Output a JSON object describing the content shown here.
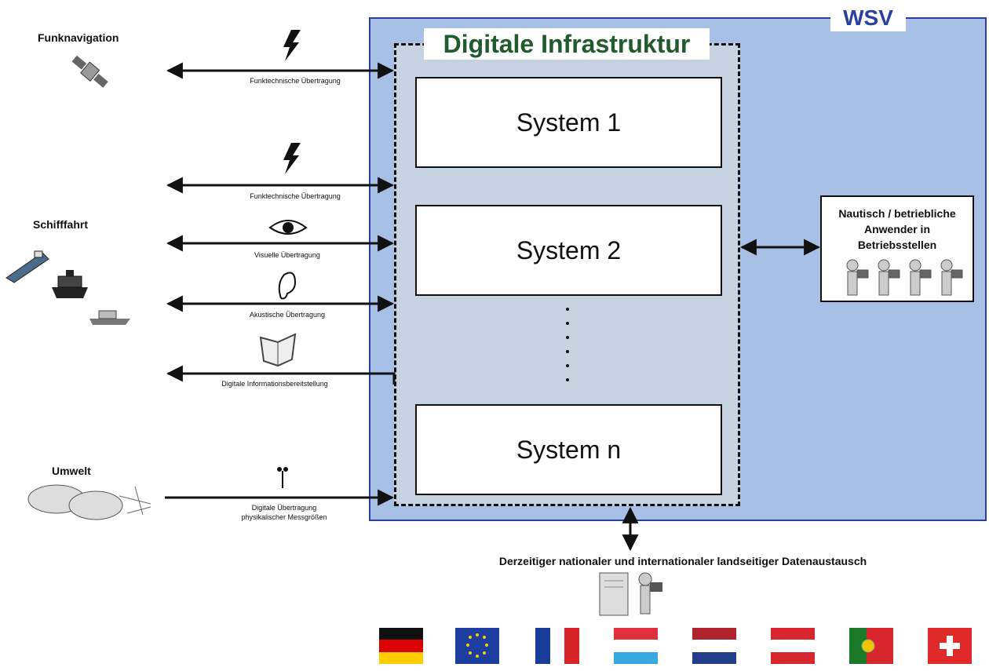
{
  "wsv": {
    "label": "WSV"
  },
  "infra": {
    "label": "Digitale Infrastruktur"
  },
  "systems": [
    {
      "label": "System 1"
    },
    {
      "label": "System 2"
    },
    {
      "label": "System n"
    }
  ],
  "left": {
    "funknavigation": "Funknavigation",
    "schifffahrt": "Schifffahrt",
    "umwelt": "Umwelt"
  },
  "links": [
    {
      "caption": "Funktechnische Übertragung",
      "icon": "lightning-icon"
    },
    {
      "caption": "Funktechnische Übertragung",
      "icon": "lightning-icon"
    },
    {
      "caption": "Visuelle Übertragung",
      "icon": "eye-icon"
    },
    {
      "caption": "Akustische Übertragung",
      "icon": "ear-icon"
    },
    {
      "caption": "Digitale Informationsbereitstellung",
      "icon": "book-icon"
    },
    {
      "caption_line1": "Digitale Übertragung",
      "caption_line2": "physikalischer Messgrößen",
      "icon": "weather-sensor-icon"
    }
  ],
  "users": {
    "label_line1": "Nautisch / betriebliche",
    "label_line2": "Anwender in",
    "label_line3": "Betriebsstellen"
  },
  "exchange": {
    "label": "Derzeitiger nationaler und internationaler landseitiger Datenaustausch"
  },
  "colors": {
    "wsv_fill": "#a8bfe6",
    "wsv_border": "#2b3f9c",
    "infra_fill": "#c8d3e2",
    "infra_label": "#1f5b2c"
  },
  "flags": [
    "germany-flag",
    "eu-flag",
    "france-flag",
    "luxembourg-flag",
    "netherlands-flag",
    "austria-flag",
    "portugal-flag",
    "switzerland-flag"
  ]
}
